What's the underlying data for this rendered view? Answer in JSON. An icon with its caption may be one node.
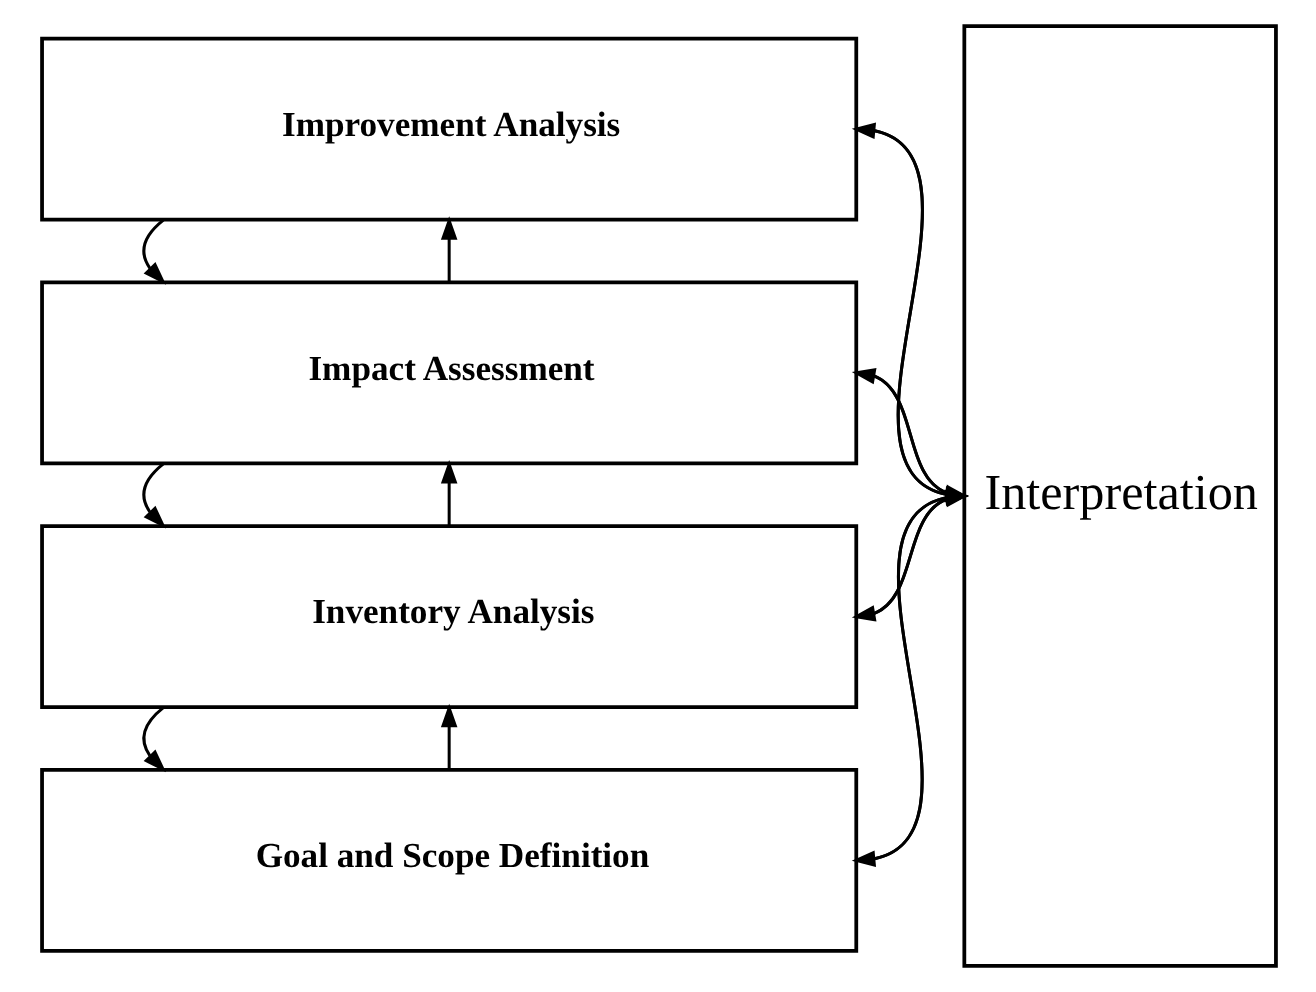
{
  "diagram": {
    "nodes": [
      {
        "text": [
          "Goal and Scope Definition"
        ]
      },
      {
        "text": [
          "Inventory Analysis"
        ]
      },
      {
        "text": [
          "Impact Assessment"
        ]
      },
      {
        "text": [
          "Improvement Analysis"
        ]
      },
      {
        "text": [
          "Interpretation"
        ]
      }
    ],
    "edges": [
      {
        "from": 0,
        "to": 1,
        "arrow": "to"
      },
      {
        "from": 1,
        "to": 0,
        "arrow": "to"
      },
      {
        "from": 1,
        "to": 2,
        "arrow": "to"
      },
      {
        "from": 2,
        "to": 1,
        "arrow": "to"
      },
      {
        "from": 2,
        "to": 3,
        "arrow": "to"
      },
      {
        "from": 3,
        "to": 2,
        "arrow": "to"
      },
      {
        "from": 0,
        "to": 4,
        "arrow": "to"
      },
      {
        "from": 4,
        "to": 0,
        "arrow": "to"
      },
      {
        "from": 1,
        "to": 4,
        "arrow": "to"
      },
      {
        "from": 4,
        "to": 1,
        "arrow": "to"
      },
      {
        "from": 2,
        "to": 4,
        "arrow": "to"
      },
      {
        "from": 4,
        "to": 2,
        "arrow": "to"
      },
      {
        "from": 3,
        "to": 4,
        "arrow": "to"
      },
      {
        "from": 4,
        "to": 3,
        "arrow": "to"
      }
    ]
  }
}
